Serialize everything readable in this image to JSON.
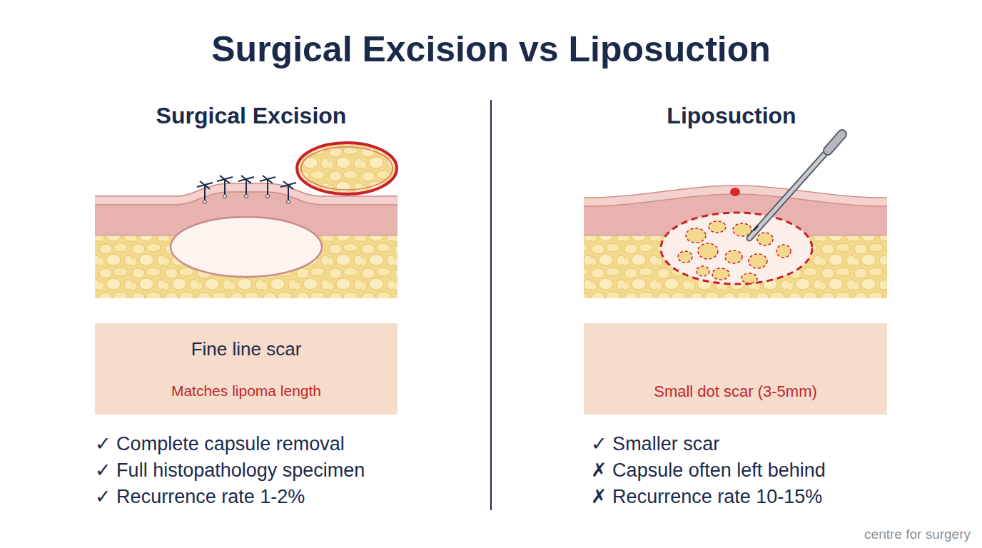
{
  "diagram": {
    "title": "Surgical Excision vs Liposuction",
    "nodes": [
      {
        "text": [
          "Fine line scar",
          "Matches lipoma length"
        ]
      },
      {
        "text": [
          "Small dot scar (3-5mm)"
        ]
      }
    ],
    "labels": [
      "Surgical Excision",
      "Liposuction",
      "✓ Complete capsule removal",
      "✓ Full histopathology specimen",
      "✓ Recurrence rate 1-2%",
      "✓ Smaller scar",
      "✗ Capsule often left behind",
      "✗ Recurrence rate 10-15%",
      "centre for surgery"
    ]
  }
}
